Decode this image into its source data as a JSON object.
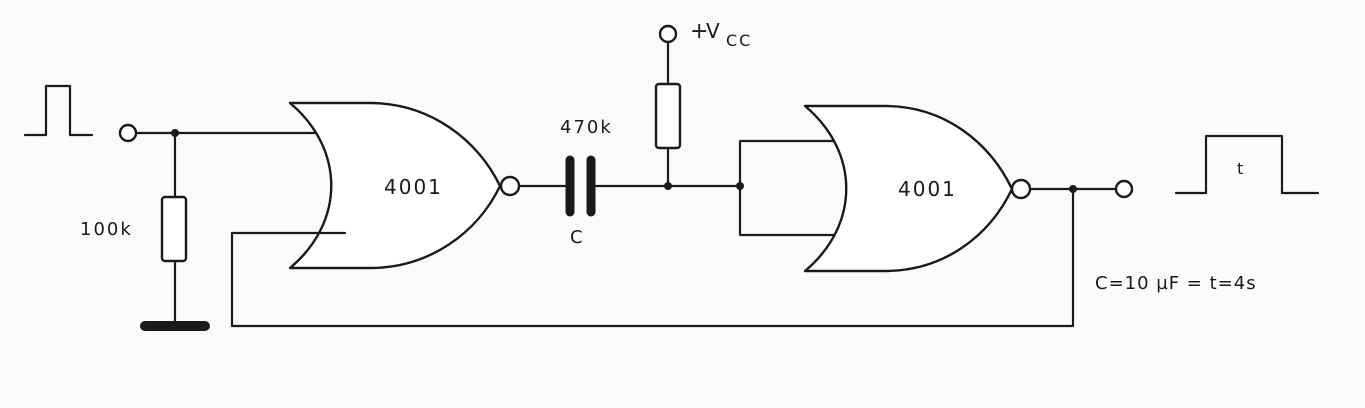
{
  "diagram": {
    "gate1_label": "4001",
    "gate2_label": "4001",
    "resistor_input_label": "100k",
    "resistor_pullup_label": "470k",
    "capacitor_label": "C",
    "supply_label_prefix": "+",
    "supply_label_v": "V",
    "supply_label_sub": "CC",
    "output_pulse_label": "t",
    "timing_note": "C=10 µF = t=4s"
  },
  "colors": {
    "ink": "#1a1a1a",
    "paper": "#fbfbfa"
  }
}
